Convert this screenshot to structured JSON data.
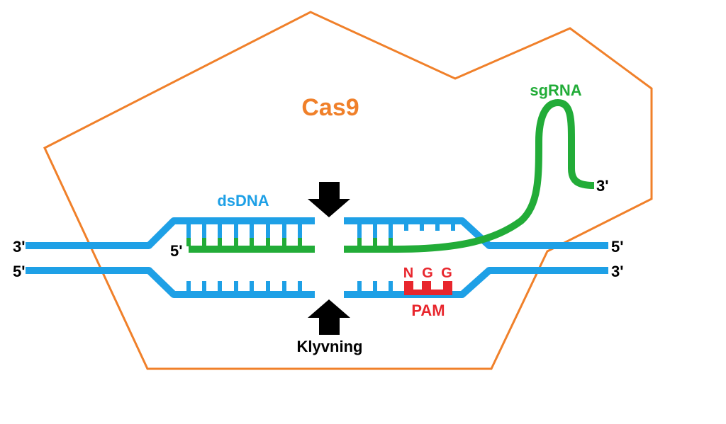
{
  "labels": {
    "protein": "Cas9",
    "guide": "sgRNA",
    "dna": "dsDNA",
    "cut": "Klyvning",
    "pam": "PAM",
    "pam_bases": [
      "N",
      "G",
      "G"
    ],
    "end_3_left": "3'",
    "end_5_left": "5'",
    "end_5_inner": "5'",
    "end_5_right": "5'",
    "end_3_right": "3'",
    "end_3_guide": "3'"
  },
  "colors": {
    "protein": "#f0802a",
    "dna": "#1ea0e6",
    "rna": "#22ac38",
    "pam": "#e8262d",
    "text": "#000000"
  }
}
